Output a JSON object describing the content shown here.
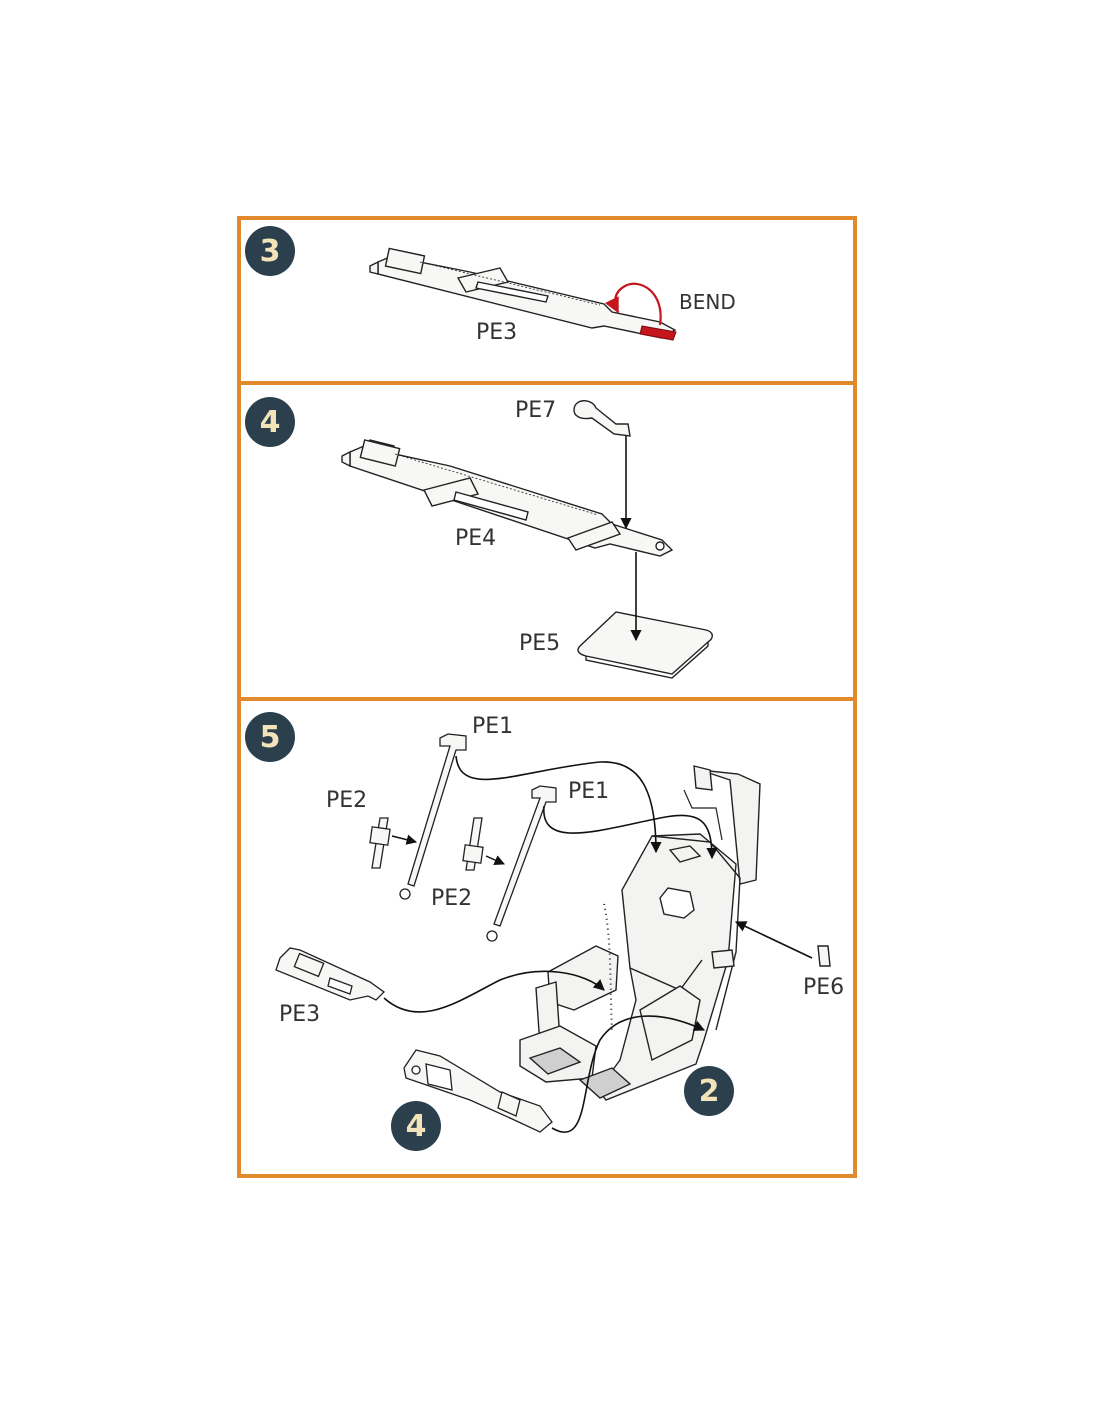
{
  "colors": {
    "frame": "#e08a2b",
    "badge": "#2b3f4c",
    "badge_text": "#f3e3b9",
    "bend_highlight": "#c4161c"
  },
  "steps": [
    {
      "number": "3",
      "labels": {
        "part": "PE3",
        "bend": "BEND"
      }
    },
    {
      "number": "4",
      "labels": {
        "pe7": "PE7",
        "pe4": "PE4",
        "pe5": "PE5"
      }
    },
    {
      "number": "5",
      "labels": {
        "pe1a": "PE1",
        "pe1b": "PE1",
        "pe2a": "PE2",
        "pe2b": "PE2",
        "pe3": "PE3",
        "pe6": "PE6"
      },
      "refs": {
        "seat": "2",
        "belt": "4"
      }
    }
  ]
}
